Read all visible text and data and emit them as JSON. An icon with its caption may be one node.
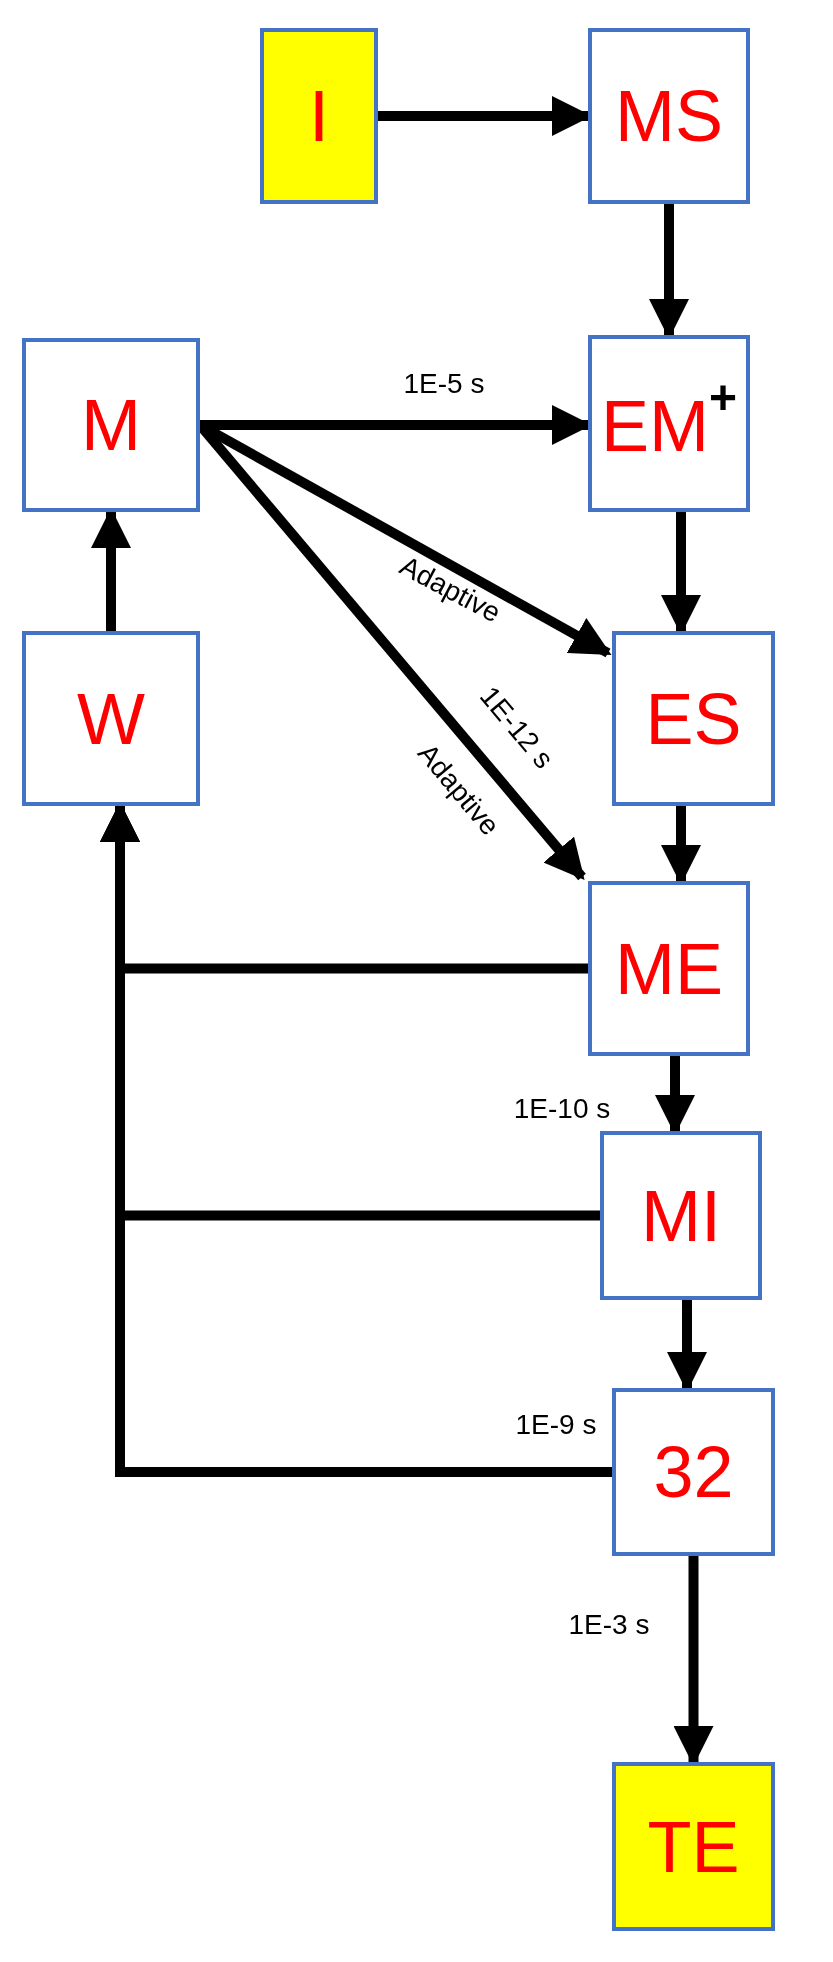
{
  "diagram": {
    "nodes": [
      {
        "text": [
          "I"
        ]
      },
      {
        "text": [
          "MS"
        ]
      },
      {
        "text": [
          "M"
        ]
      },
      {
        "text": [
          "EM$^{+}$"
        ]
      },
      {
        "text": [
          "W"
        ]
      },
      {
        "text": [
          "ES"
        ]
      },
      {
        "text": [
          "ME"
        ]
      },
      {
        "text": [
          "MI"
        ]
      },
      {
        "text": [
          "32"
        ]
      },
      {
        "text": [
          "TE"
        ]
      }
    ],
    "edges": [
      {
        "from": 0,
        "to": 1,
        "arrow": "to"
      },
      {
        "from": 1,
        "to": 3,
        "arrow": "to"
      },
      {
        "from": 2,
        "to": 3,
        "arrow": "to",
        "label": "1E-5 s"
      },
      {
        "from": 2,
        "to": 5,
        "arrow": "to",
        "label": "Adaptive"
      },
      {
        "from": 2,
        "to": 6,
        "arrow": "to",
        "label": "1E-12 s"
      },
      {
        "from": 3,
        "to": 5,
        "arrow": "to"
      },
      {
        "from": 5,
        "to": 6,
        "arrow": "to"
      },
      {
        "from": 6,
        "to": 7,
        "arrow": "to",
        "label": "1E-10 s"
      },
      {
        "from": 7,
        "to": 8,
        "arrow": "to",
        "label": "1E-9 s"
      },
      {
        "from": 8,
        "to": 9,
        "arrow": "to",
        "label": "1E-3 s"
      },
      {
        "from": 4,
        "to": 2,
        "arrow": "to"
      },
      {
        "from": 6,
        "to": 4,
        "arrow": "to"
      },
      {
        "from": 7,
        "to": 4,
        "arrow": "to"
      },
      {
        "from": 8,
        "to": 4,
        "arrow": "to"
      }
    ],
    "labels": [
      "Adaptive"
    ]
  }
}
